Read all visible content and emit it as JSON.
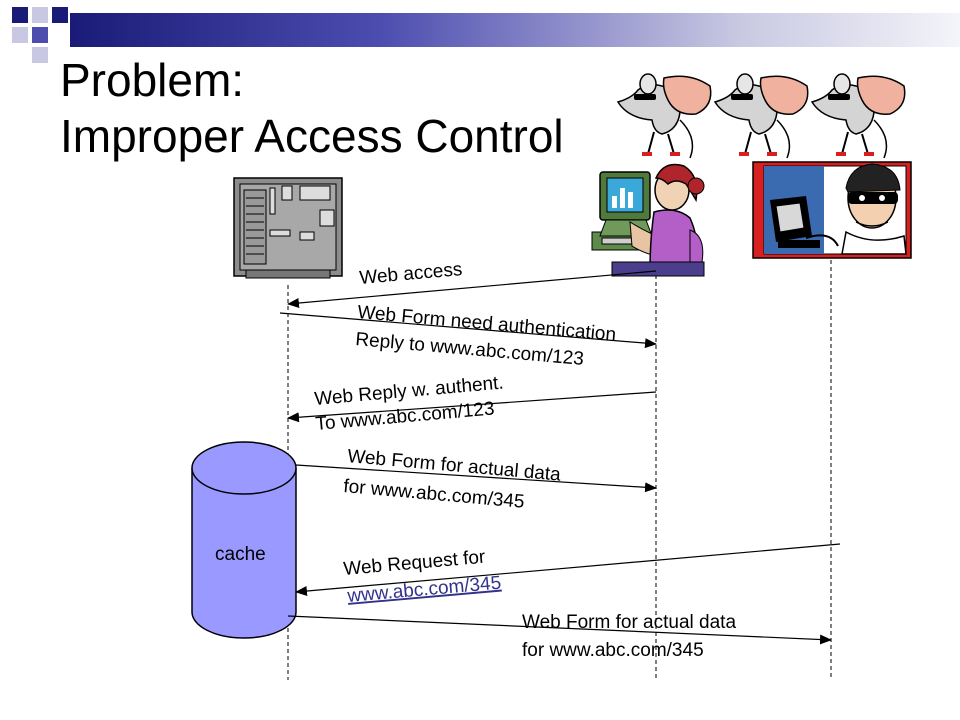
{
  "title": {
    "line1": "Problem:",
    "line2": "Improper Access Control"
  },
  "colors": {
    "accent_dark": "#1a1a78",
    "accent_mid": "#4d4db0",
    "square_light": "#c8c8e2",
    "cache_fill": "#9999ff",
    "link": "#32328c"
  },
  "icons": {
    "server": "server-icon",
    "user": "woman-at-computer-icon",
    "attacker": "masked-hacker-icon",
    "thief": "rat-burglar-icon",
    "cache": "database-cylinder-icon"
  },
  "cache_label": "cache",
  "messages": {
    "web_access": "Web access",
    "auth_form_line1": "Web Form need authentication",
    "auth_form_line2_prefix": "Reply to ",
    "auth_form_link": "www.abc.com/123",
    "auth_reply_line1": "Web Reply w. authent.",
    "auth_reply_line2_prefix": "To ",
    "auth_reply_link": "www.abc.com/123",
    "data_form_line1": "Web Form for actual data",
    "data_form_line2_prefix": "for ",
    "data_form_link": "www.abc.com/345",
    "attack_req_line1": "Web Request for",
    "attack_req_link": "www.abc.com/345",
    "leak_line1": "Web Form for actual data",
    "leak_line2_prefix": "for ",
    "leak_link": "www.abc.com/345"
  }
}
